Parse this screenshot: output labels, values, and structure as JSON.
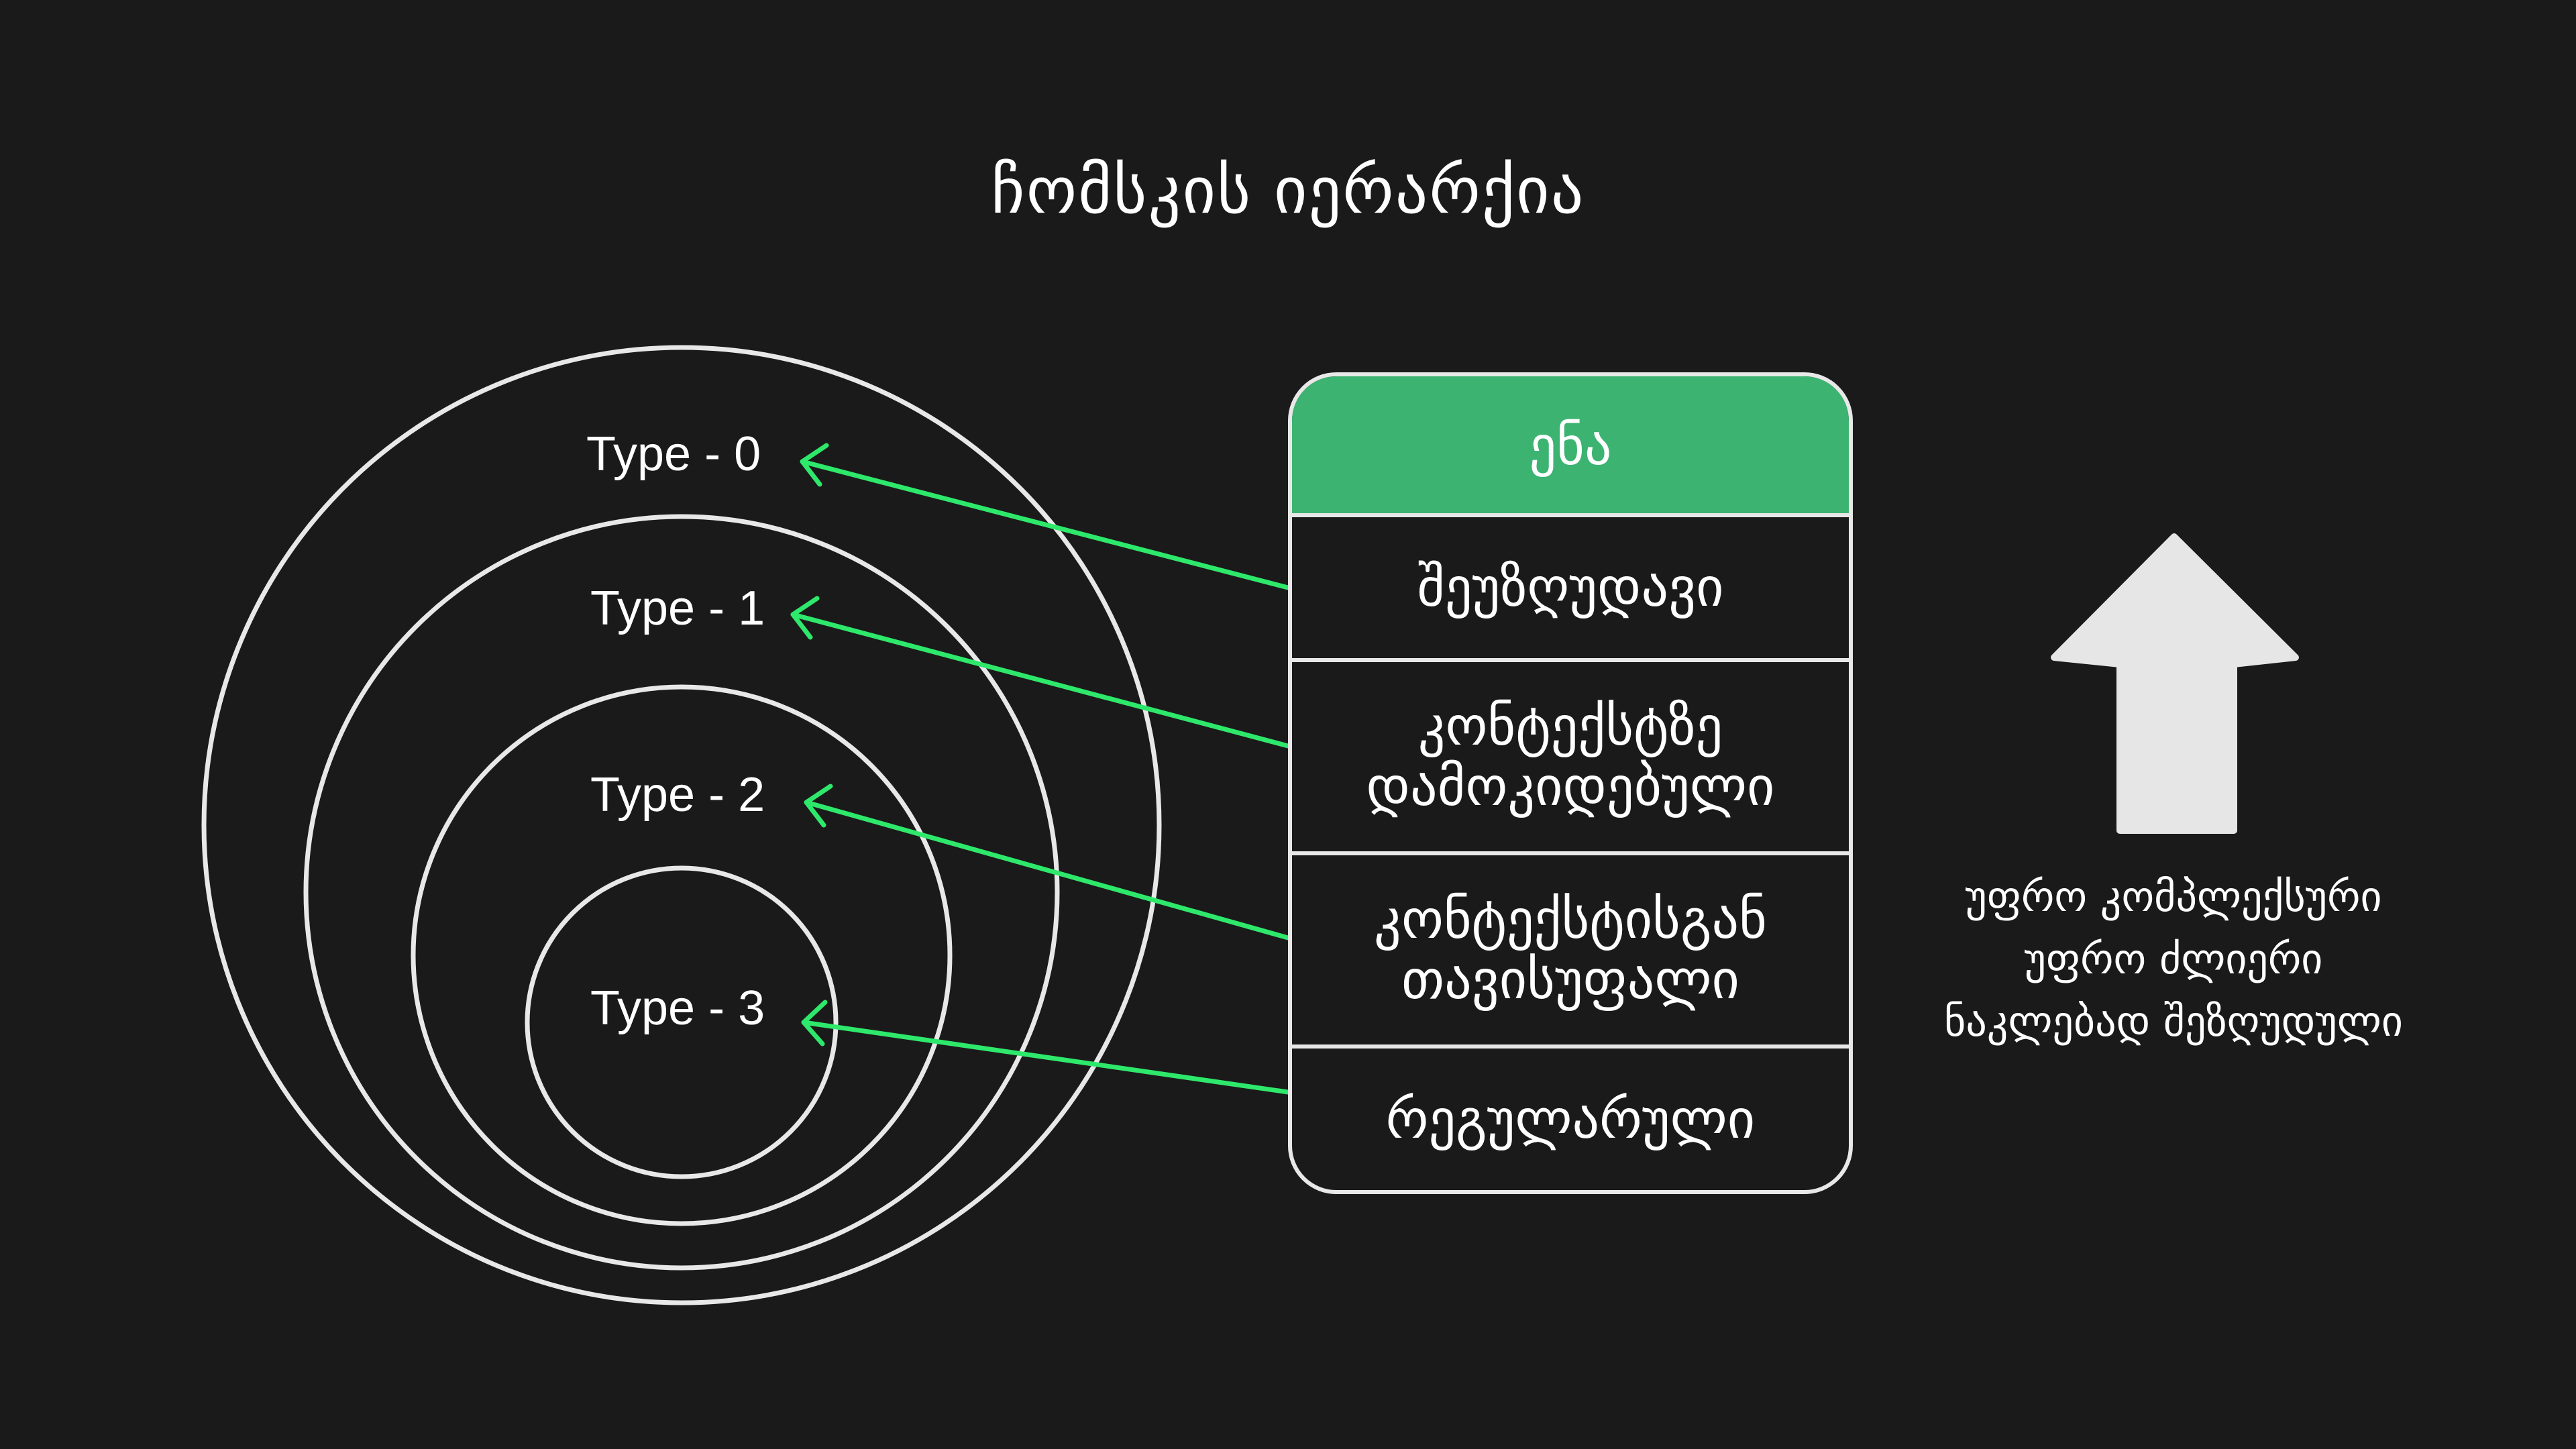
{
  "title": "ჩომსკის იერარქია",
  "circles": {
    "labels": [
      "Type - 0",
      "Type - 1",
      "Type - 2",
      "Type - 3"
    ]
  },
  "table": {
    "header": "ენა",
    "rows": [
      "შეუზღუდავი",
      "კონტექსტზე დამოკიდებული",
      "კონტექსტისგან თავისუფალი",
      "რეგულარული"
    ]
  },
  "side_caption": {
    "lines": [
      "უფრო კომპლექსური",
      "უფრო ძლიერი",
      "ნაკლებად შეზღუდული"
    ]
  },
  "icons": {
    "arrow_up": "arrow-up-icon"
  },
  "colors": {
    "background": "#1a1a1a",
    "accent_green": "#3db372",
    "connector_green": "#2ee86b",
    "outline": "#e8e8e8",
    "arrow_fill": "#e6e6e6"
  }
}
